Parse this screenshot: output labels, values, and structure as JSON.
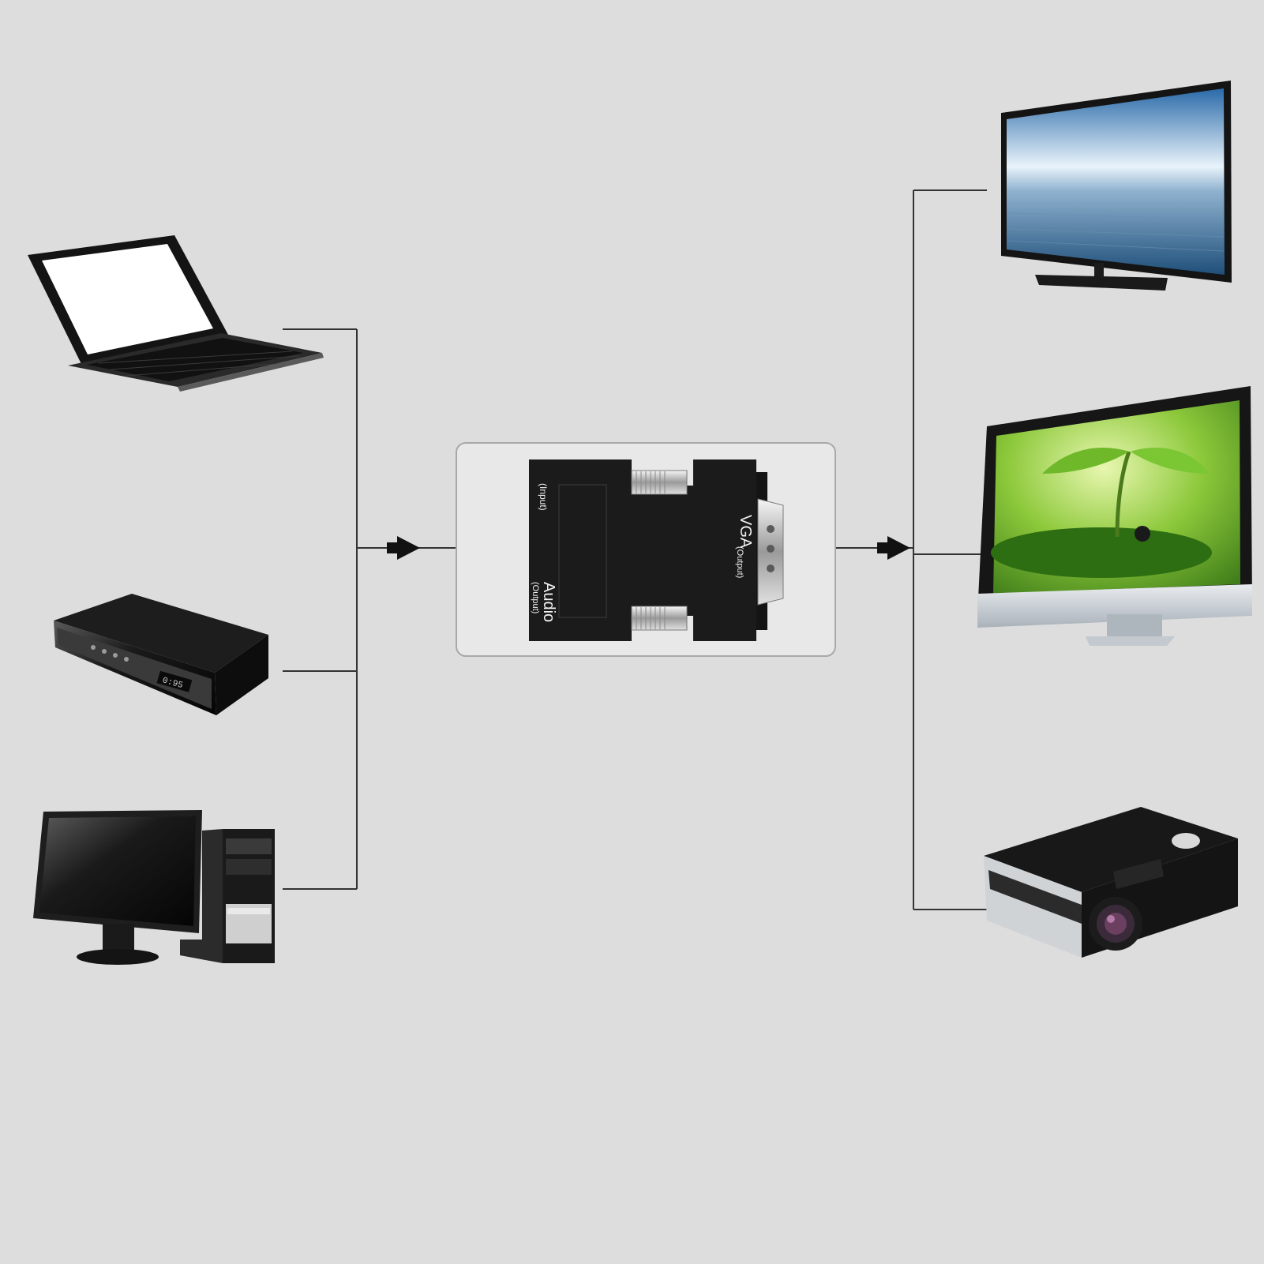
{
  "adapter": {
    "label_input": "(Input)",
    "label_vga": "VGA",
    "label_vga_sub": "(Output)",
    "label_audio": "Audio",
    "label_audio_sub": "(Output)"
  },
  "sources": [
    {
      "icon": "laptop-icon"
    },
    {
      "icon": "set-top-box-icon"
    },
    {
      "icon": "desktop-computer-icon"
    }
  ],
  "outputs": [
    {
      "icon": "tv-icon"
    },
    {
      "icon": "monitor-icon"
    },
    {
      "icon": "projector-icon"
    }
  ],
  "colors": {
    "background": "#dddddd",
    "connector_line": "#333333",
    "arrow": "#111111",
    "adapter_body": "#1b1b1b",
    "panel_border": "#a8a8a8"
  }
}
